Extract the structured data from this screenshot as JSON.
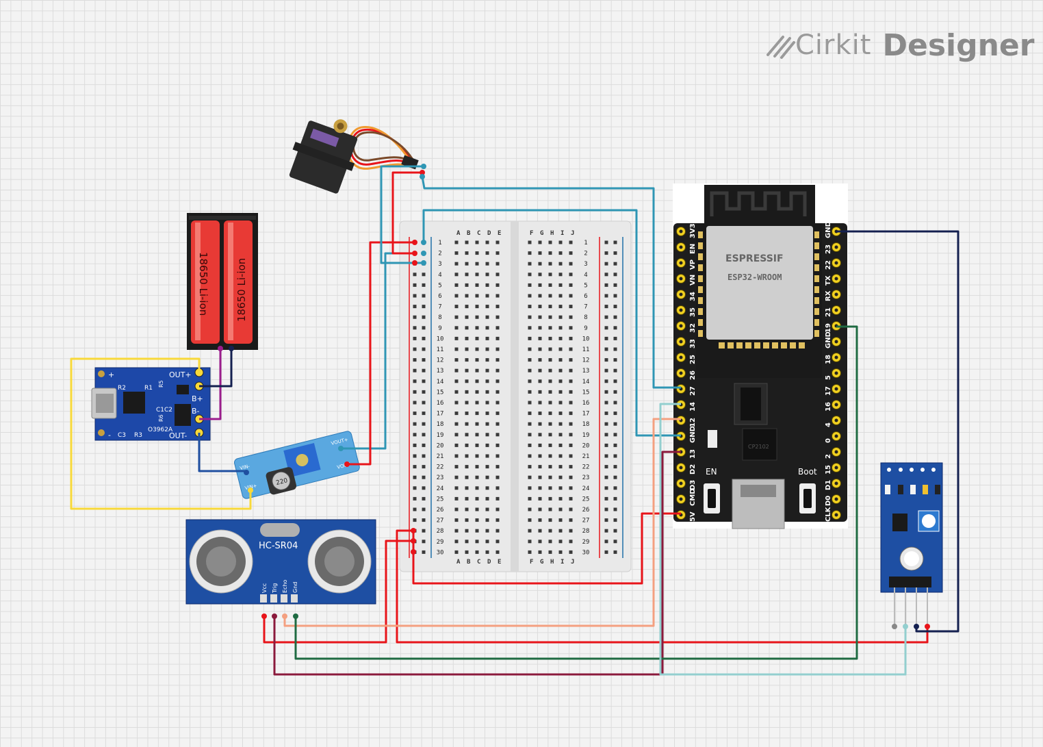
{
  "brand": {
    "name": "Cirkit",
    "product": "Designer"
  },
  "battery": {
    "cell_label": "18650 Li-ion"
  },
  "charger": {
    "labels": {
      "plus": "+",
      "minus": "-",
      "out_plus": "OUT+",
      "b_plus": "B+",
      "b_minus": "B-",
      "out_minus": "OUT-",
      "r2": "R2",
      "r1": "R1",
      "r5": "R5",
      "c1c2": "C1C2",
      "r6": "R6",
      "c3": "C3",
      "r3": "R3",
      "code": "O3962A"
    }
  },
  "booster": {
    "labels": {
      "vin_plus": "VIN+",
      "vin_minus": "VIN-",
      "vout_plus": "VOUT+",
      "vout_minus": "VOUT-",
      "inductor": "220"
    }
  },
  "sonar": {
    "title": "HC-SR04",
    "pins": [
      "Vcc",
      "Trig",
      "Echo",
      "Gnd"
    ]
  },
  "breadboard": {
    "cols_left": [
      "A",
      "B",
      "C",
      "D",
      "E"
    ],
    "cols_right": [
      "F",
      "G",
      "H",
      "I",
      "J"
    ],
    "rows": 30
  },
  "esp32": {
    "brand": "ESPRESSIF",
    "module": "ESP32-WROOM",
    "usb_chip": "CP2102",
    "left_pins": [
      "3V3",
      "EN",
      "VP",
      "VN",
      "34",
      "35",
      "32",
      "33",
      "25",
      "26",
      "27",
      "14",
      "12",
      "GND",
      "13",
      "D2",
      "D3",
      "CMD",
      "5V"
    ],
    "right_pins": [
      "GND",
      "23",
      "22",
      "TX",
      "RX",
      "21",
      "19",
      "GND",
      "18",
      "5",
      "17",
      "16",
      "4",
      "0",
      "2",
      "15",
      "D1",
      "D0",
      "CLK"
    ],
    "buttons": {
      "en": "EN",
      "boot": "Boot"
    }
  },
  "colors": {
    "red": "#e8141a",
    "teal": "#2f96b4",
    "lightblue": "#93cfcf",
    "salmon": "#f4a080",
    "maroon": "#8b1a3c",
    "darkgreen": "#1f6b42",
    "navy": "#142050",
    "yellow": "#f8d93a",
    "purple": "#9b1d8c",
    "blue": "#1f4fa0"
  }
}
